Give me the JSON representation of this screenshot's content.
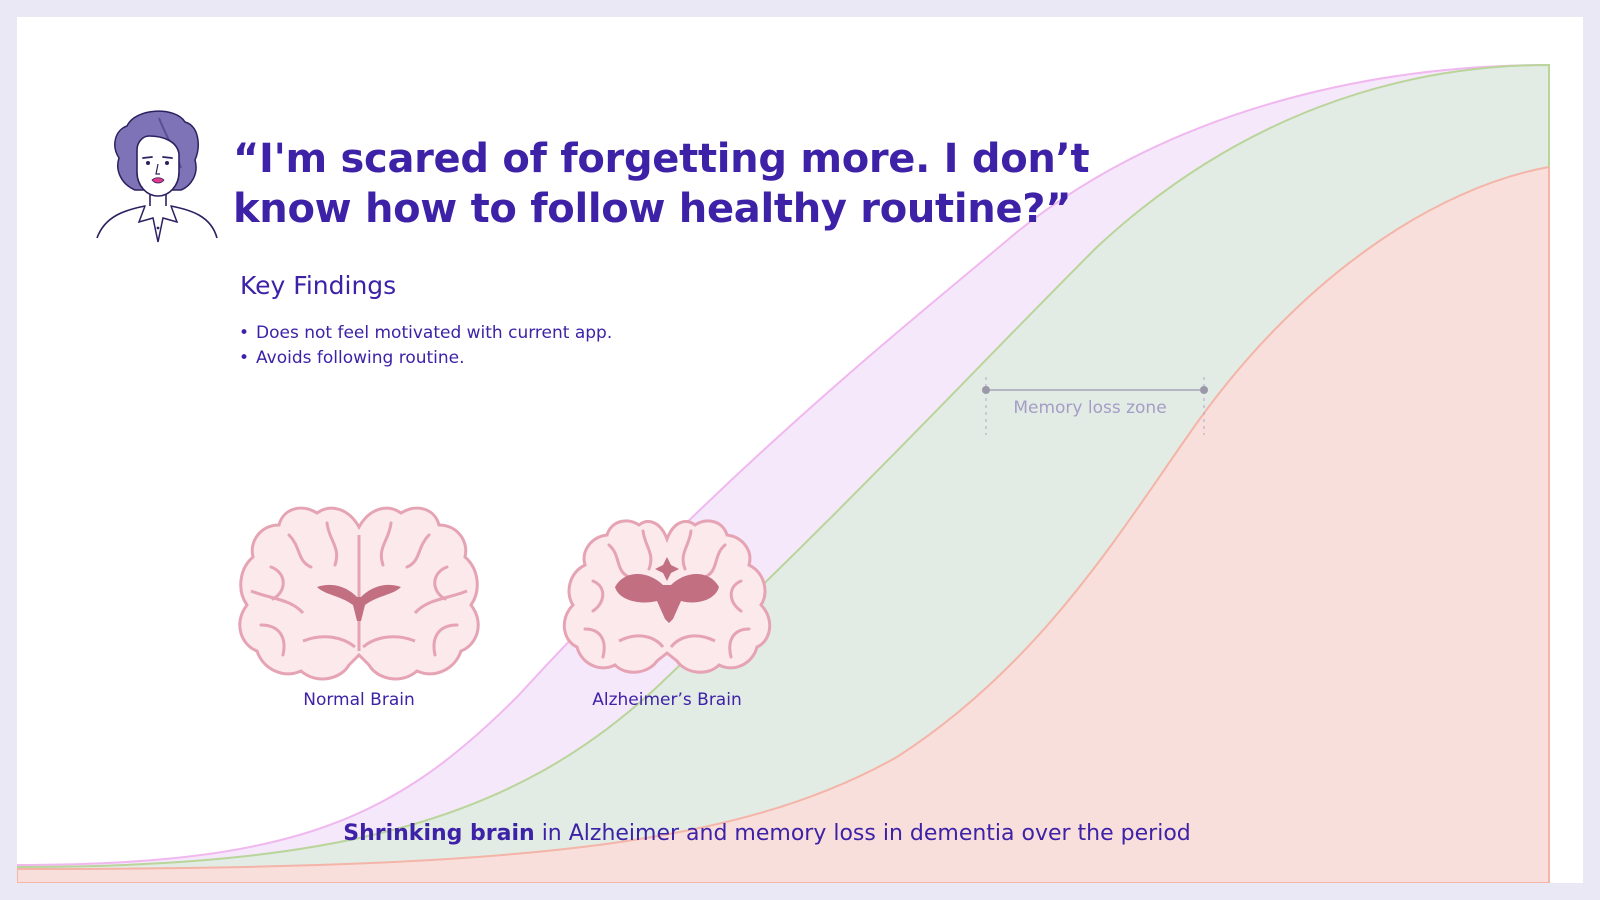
{
  "quote": "“I'm scared of forgetting more. I don’t know how to follow healthy routine?”",
  "findings": {
    "title": "Key Findings",
    "items": [
      "Does not feel motivated with current app.",
      "Avoids following routine."
    ]
  },
  "brains": {
    "normal_label": "Normal Brain",
    "alzheimer_label": "Alzheimer’s Brain"
  },
  "annotation": "Memory loss zone",
  "caption": {
    "bold": "Shrinking brain",
    "rest": " in Alzheimer and memory loss in dementia over the period"
  },
  "colors": {
    "text": "#3d22a8",
    "pink_area": "#f5e8fb",
    "pink_line": "#f0b8ef",
    "green_area": "#e2ebe4",
    "green_line": "#b9d59a",
    "salmon_area": "#f9dfdb",
    "salmon_line": "#f4b4a8",
    "brain_fill": "#fbe9ec",
    "brain_stroke": "#e5a3b3",
    "ventricle": "#c26f82"
  }
}
